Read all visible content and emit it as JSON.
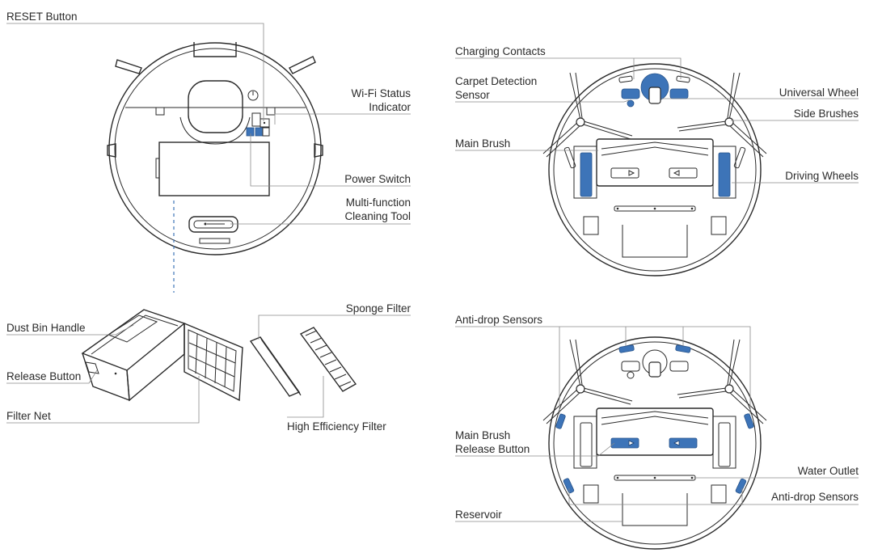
{
  "labels": {
    "reset_button": "RESET Button",
    "wifi_status_1": "Wi-Fi Status",
    "wifi_status_2": "Indicator",
    "power_switch": "Power Switch",
    "multifunction_1": "Multi-function",
    "multifunction_2": "Cleaning Tool",
    "dust_bin_handle": "Dust Bin Handle",
    "release_button": "Release Button",
    "filter_net": "Filter Net",
    "sponge_filter": "Sponge Filter",
    "high_efficiency_filter": "High Efficiency Filter",
    "charging_contacts": "Charging Contacts",
    "carpet_detection_1": "Carpet Detection",
    "carpet_detection_2": "Sensor",
    "universal_wheel": "Universal Wheel",
    "side_brushes": "Side Brushes",
    "main_brush": "Main Brush",
    "driving_wheels": "Driving Wheels",
    "anti_drop_sensors_top": "Anti-drop Sensors",
    "main_brush_release_1": "Main Brush",
    "main_brush_release_2": "Release Button",
    "water_outlet": "Water Outlet",
    "anti_drop_sensors_bottom": "Anti-drop Sensors",
    "reservoir": "Reservoir"
  },
  "colors": {
    "line": "#8a8a8a",
    "outline": "#2a2a2a",
    "accent_blue": "#3d74b8",
    "text": "#2b2b2b"
  }
}
